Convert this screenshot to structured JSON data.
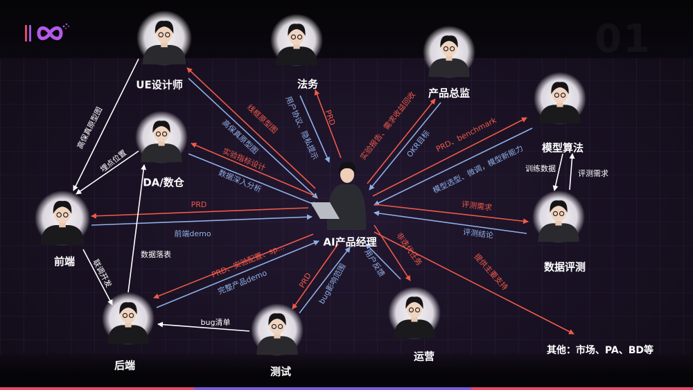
{
  "slide_number": "01",
  "colors": {
    "red": "#ef5a4a",
    "blue": "#8fb0e8",
    "white": "#ffffff",
    "logo_red": "#e24a6a",
    "logo_purple": "#9a5ae8"
  },
  "nodes": [
    {
      "id": "pm",
      "label": "AI产品经理",
      "icon": "pm-avatar"
    },
    {
      "id": "ue",
      "label": "UE设计师",
      "icon": "designer-avatar"
    },
    {
      "id": "legal",
      "label": "法务",
      "icon": "legal-avatar"
    },
    {
      "id": "director",
      "label": "产品总监",
      "icon": "director-avatar"
    },
    {
      "id": "algo",
      "label": "模型算法",
      "icon": "algorithm-avatar"
    },
    {
      "id": "da",
      "label": "DA/数仓",
      "icon": "data-analyst-avatar"
    },
    {
      "id": "frontend",
      "label": "前端",
      "icon": "frontend-avatar"
    },
    {
      "id": "eval",
      "label": "数据评测",
      "icon": "evaluator-avatar"
    },
    {
      "id": "backend",
      "label": "后端",
      "icon": "backend-avatar"
    },
    {
      "id": "qa",
      "label": "测试",
      "icon": "tester-avatar"
    },
    {
      "id": "ops",
      "label": "运营",
      "icon": "operations-avatar"
    },
    {
      "id": "others",
      "label": "其他：市场、PA、BD等",
      "icon": ""
    }
  ],
  "edges": [
    {
      "label": "线框原型图",
      "color": "red"
    },
    {
      "label": "高保真原型图",
      "color": "blue"
    },
    {
      "label": "实验指标设计",
      "color": "red"
    },
    {
      "label": "数据深入分析",
      "color": "blue"
    },
    {
      "label": "PRD",
      "color": "red"
    },
    {
      "label": "用户协议、隐私提示",
      "color": "blue"
    },
    {
      "label": "实验报告、需求收益回收",
      "color": "red"
    },
    {
      "label": "OKR目标",
      "color": "blue"
    },
    {
      "label": "PRD、benchmark",
      "color": "red"
    },
    {
      "label": "模型选型、微调，模型新能力",
      "color": "blue"
    },
    {
      "label": "评测需求",
      "color": "red"
    },
    {
      "label": "评测结论",
      "color": "blue"
    },
    {
      "label": "非迭代任务",
      "color": "red"
    },
    {
      "label": "用户反馈",
      "color": "blue"
    },
    {
      "label": "提供主要支持",
      "color": "red"
    },
    {
      "label": "PRD",
      "color": "red"
    },
    {
      "label": "bug影响范围",
      "color": "blue"
    },
    {
      "label": "PRD、实验配置、sp...",
      "color": "red"
    },
    {
      "label": "完整产品demo",
      "color": "blue"
    },
    {
      "label": "PRD",
      "color": "red"
    },
    {
      "label": "前端demo",
      "color": "blue"
    },
    {
      "label": "高保真原型图",
      "color": "white"
    },
    {
      "label": "埋点位置",
      "color": "white"
    },
    {
      "label": "数据落表",
      "color": "white"
    },
    {
      "label": "联调开发",
      "color": "white"
    },
    {
      "label": "bug清单",
      "color": "white"
    },
    {
      "label": "训练数据",
      "color": "white"
    },
    {
      "label": "评测需求",
      "color": "white"
    }
  ]
}
